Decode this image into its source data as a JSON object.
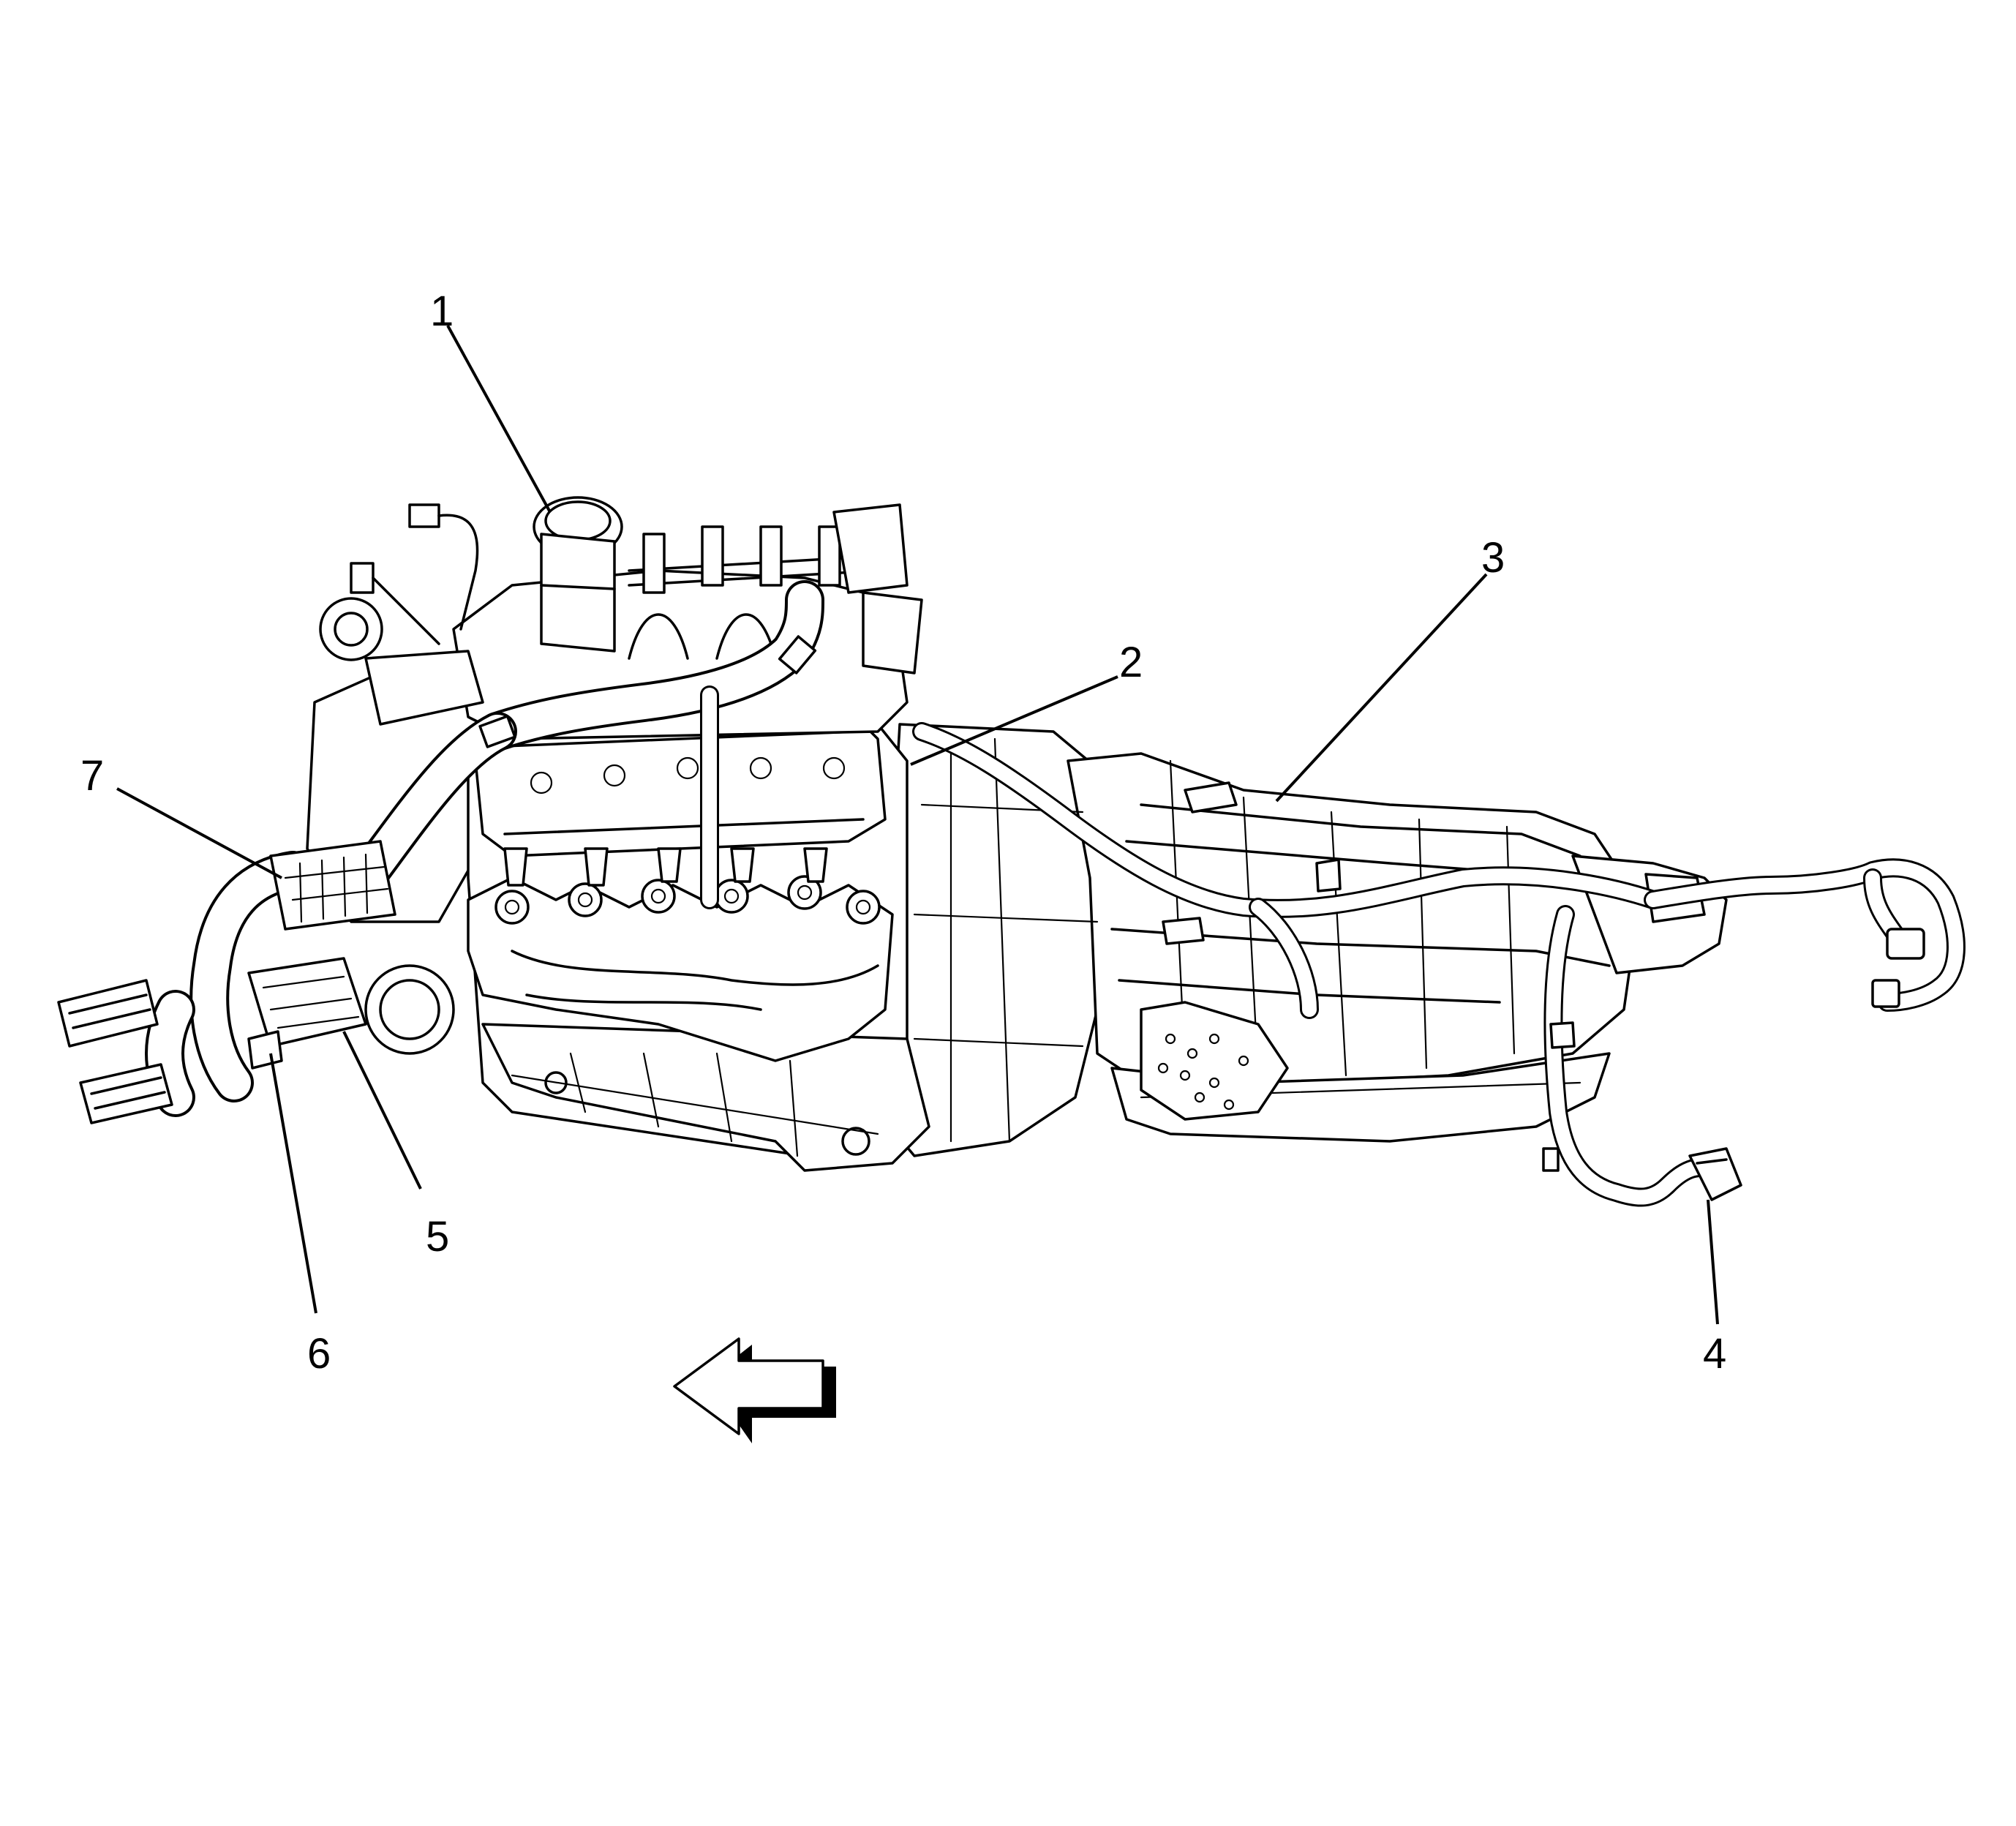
{
  "callouts": {
    "c1": "1",
    "c2": "2",
    "c3": "3",
    "c4": "4",
    "c5": "5",
    "c6": "6",
    "c7": "7"
  },
  "colors": {
    "line": "#000000",
    "background": "#ffffff"
  },
  "icons": {
    "direction": "arrow-left-icon"
  }
}
